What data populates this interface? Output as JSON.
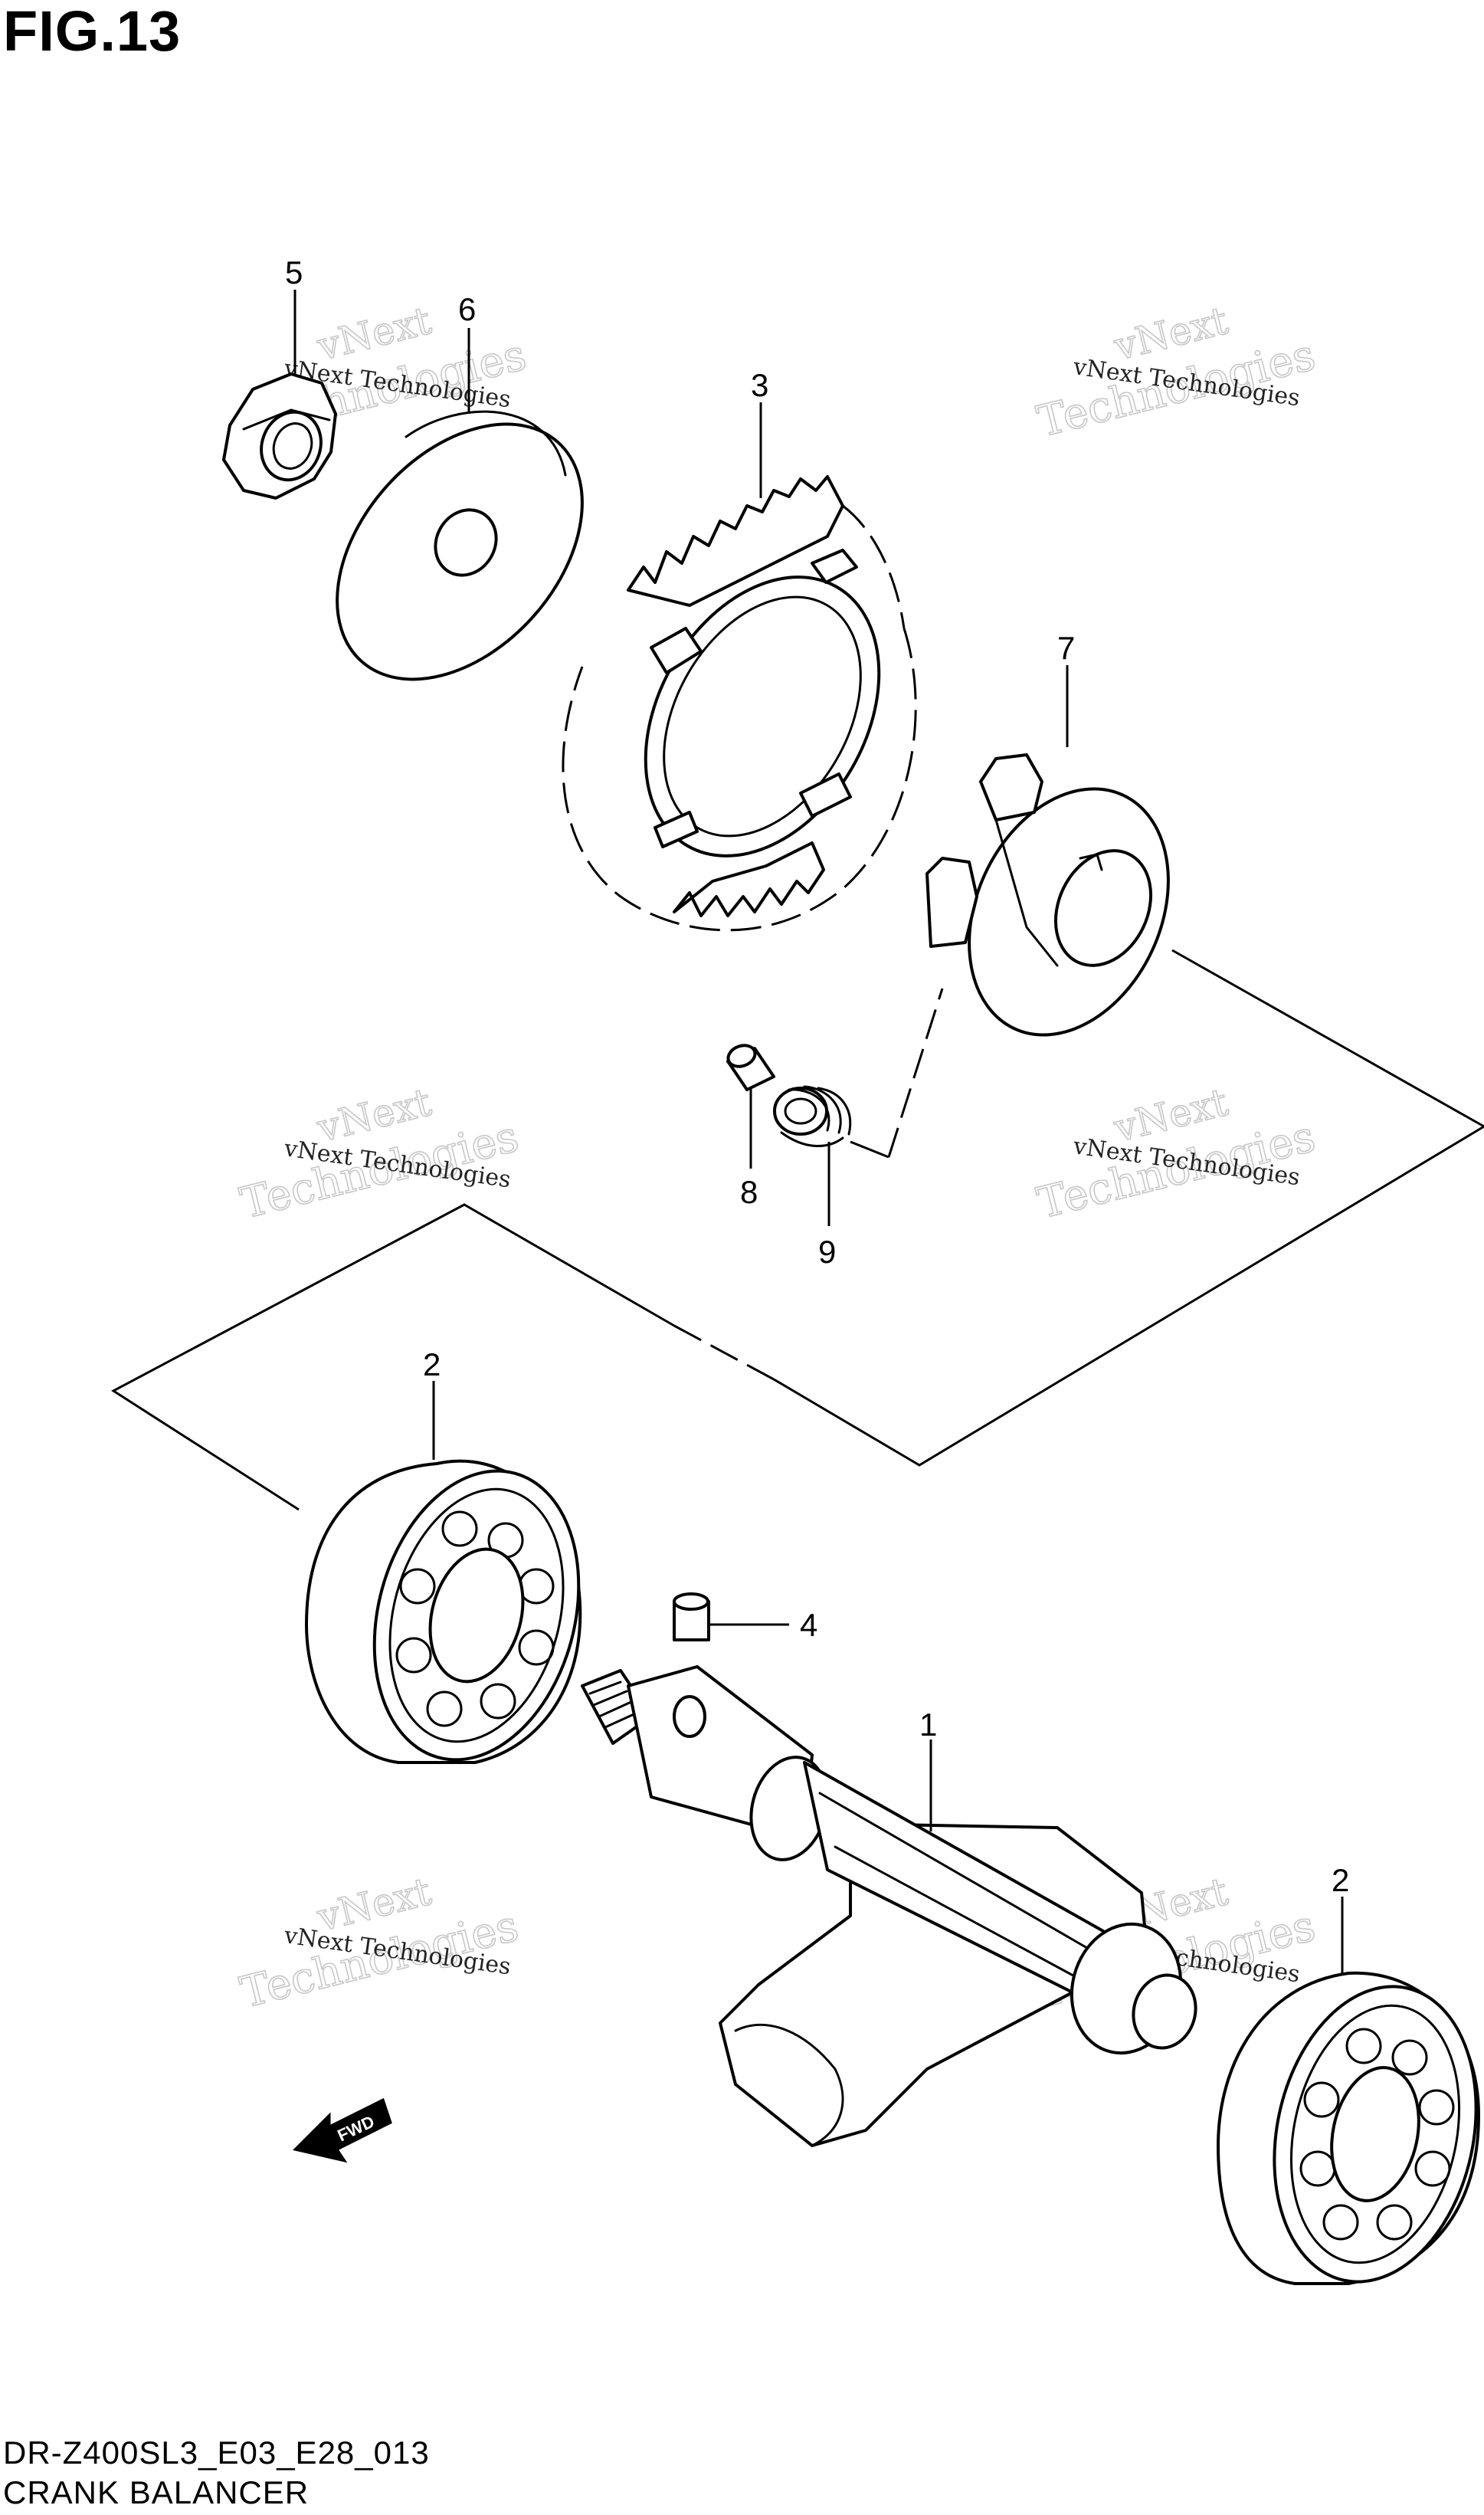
{
  "figure_title": "FIG.13",
  "callouts": {
    "c1": "1",
    "c2a": "2",
    "c2b": "2",
    "c3": "3",
    "c4": "4",
    "c5": "5",
    "c6": "6",
    "c7": "7",
    "c8": "8",
    "c9": "9"
  },
  "watermark": {
    "brand_top": "vNext",
    "brand_bottom": "Technologies",
    "caption": "vNext Technologies"
  },
  "fwd_label": "FWD",
  "footer": {
    "code": "DR-Z400SL3_E03_E28_013",
    "title": "CRANK BALANCER"
  }
}
